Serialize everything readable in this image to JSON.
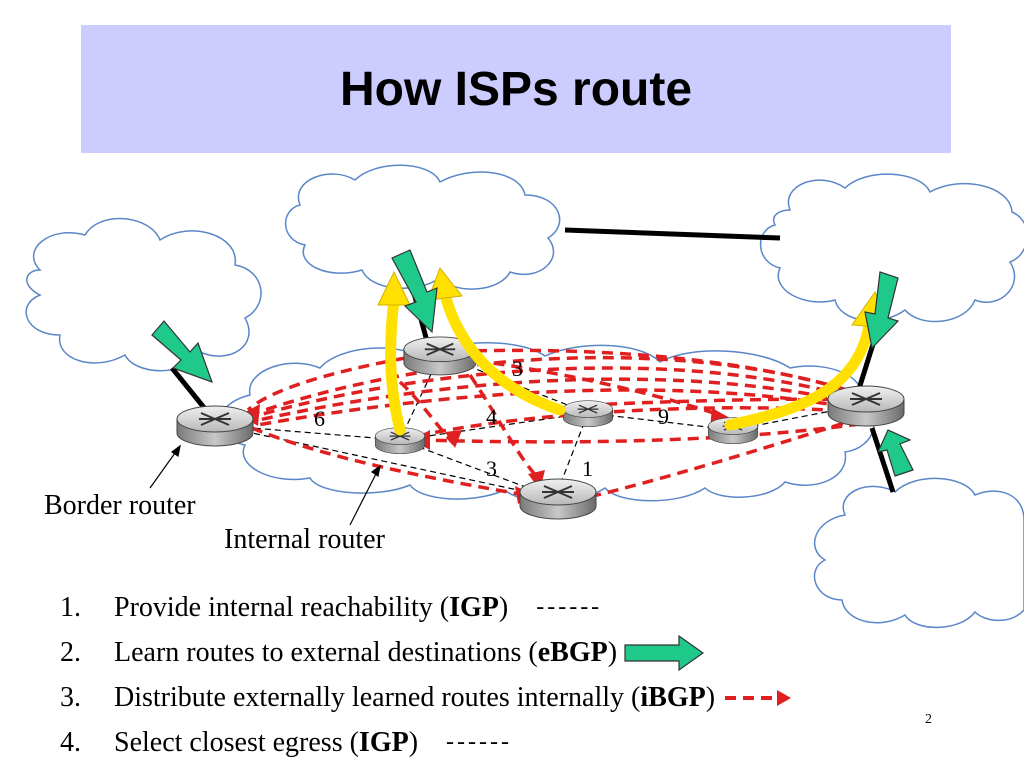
{
  "slide": {
    "title": "How ISPs route",
    "page_number": "2"
  },
  "diagram": {
    "labels": {
      "border_router": "Border router",
      "internal_router": "Internal router"
    },
    "edge_weights": [
      "6",
      "4",
      "9",
      "3",
      "1",
      "3"
    ]
  },
  "steps": [
    {
      "number": "1.",
      "text": "Provide internal reachability (",
      "bold": "IGP",
      "close": ")",
      "legend": "igp-dash",
      "legend_text": "------"
    },
    {
      "number": "2.",
      "text": "Learn routes to external destinations (",
      "bold": "eBGP",
      "close": ")",
      "legend": "ebgp-arrow"
    },
    {
      "number": "3.",
      "text": "Distribute externally learned routes internally (",
      "bold": "iBGP",
      "close": ")",
      "legend": "ibgp-arrow"
    },
    {
      "number": "4.",
      "text": "Select closest egress (",
      "bold": "IGP",
      "close": ")",
      "legend": "igp-dash",
      "legend_text": "------"
    }
  ],
  "colors": {
    "title_band": "#ccccff",
    "ebgp_arrow": "#1fc98a",
    "ibgp_dash": "#e02020",
    "egress_arrow": "#ffe000",
    "cloud_stroke": "#5b86c8"
  }
}
